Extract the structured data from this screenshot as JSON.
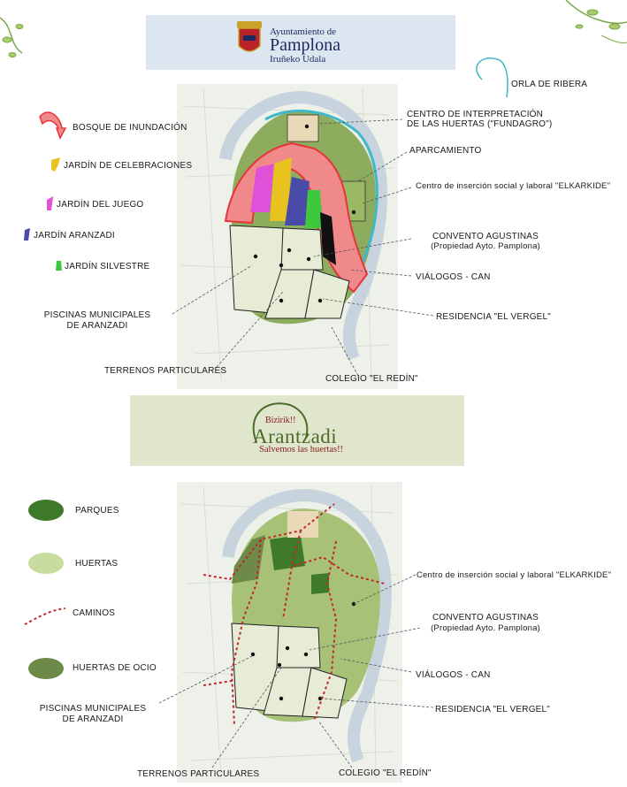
{
  "header": {
    "line1": "Ayuntamiento de",
    "line2": "Pamplona",
    "line3": "Iruñeko Udala"
  },
  "top_map": {
    "legend": {
      "orla": "ORLA DE RIBERA",
      "bosque": "BOSQUE DE INUNDACIÓN",
      "celebraciones": "JARDÍN DE CELEBRACIONES",
      "juego": "JARDÍN DEL JUEGO",
      "aranzadi": "JARDÍN ARANZADI",
      "silvestre": "JARDÍN SILVESTRE"
    },
    "labels": {
      "centro_interp_1": "CENTRO DE INTERPRETACIÓN",
      "centro_interp_2": "DE LAS HUERTAS (\"FUNDAGRO\")",
      "aparcamiento": "APARCAMIENTO",
      "elkarkide": "Centro de inserción social y laboral \"ELKARKIDE\"",
      "convento_1": "CONVENTO AGUSTINAS",
      "convento_2": "(Propiedad Ayto. Pamplona)",
      "vialogos": "VIÁLOGOS - CAN",
      "residencia": "RESIDENCIA \"EL VERGEL\"",
      "piscinas_1": "PISCINAS MUNICIPALES",
      "piscinas_2": "DE ARANZADI",
      "terrenos": "TERRENOS PARTICULARES",
      "colegio": "COLEGIO \"EL REDÍN\""
    }
  },
  "banner": {
    "bizirik": "Bizirik!!",
    "name": "Arantzadi",
    "salvemos": "Salvemos las huertas!!"
  },
  "bottom_map": {
    "legend": {
      "parques": "PARQUES",
      "huertas": "HUERTAS",
      "caminos": "CAMINOS",
      "ocio": "HUERTAS DE OCIO"
    },
    "labels": {
      "elkarkide": "Centro de inserción social y laboral \"ELKARKIDE\"",
      "convento_1": "CONVENTO AGUSTINAS",
      "convento_2": "(Propiedad Ayto. Pamplona)",
      "vialogos": "VIÁLOGOS - CAN",
      "residencia": "RESIDENCIA \"EL VERGEL\"",
      "piscinas_1": "PISCINAS MUNICIPALES",
      "piscinas_2": "DE ARANZADI",
      "terrenos": "TERRENOS PARTICULARES",
      "colegio": "COLEGIO \"EL REDÍN\""
    }
  },
  "colors": {
    "bosque": "#e8333a",
    "celebraciones": "#e8c21e",
    "juego": "#e050d8",
    "aranzadi": "#4a4aa8",
    "silvestre": "#3ec83e",
    "orla": "#3fb8c8",
    "parques": "#3f7a2a",
    "huertas": "#c8dca0",
    "caminos": "#c0282a",
    "ocio": "#6e8a48"
  },
  "icons": [
    "pamplona-coat-of-arms-icon",
    "vine-decoration-icon",
    "arantzadi-arc-icon"
  ]
}
